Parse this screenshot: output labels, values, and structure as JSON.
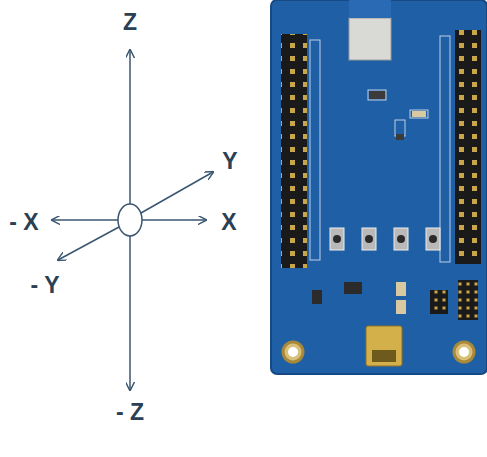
{
  "diagram": {
    "labels": [
      "Z",
      "Y",
      "- X",
      "X",
      "- Y",
      "- Z"
    ]
  }
}
